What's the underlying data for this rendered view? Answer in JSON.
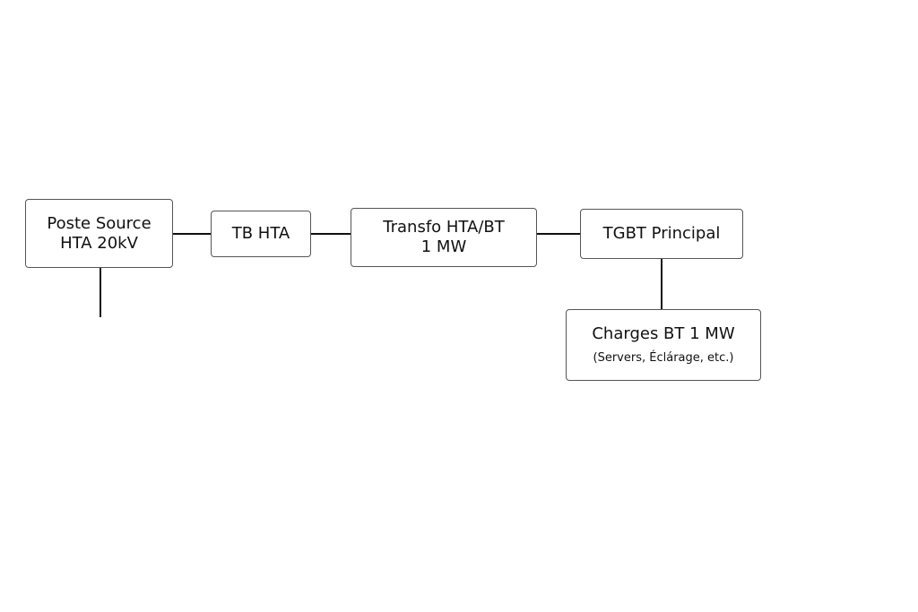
{
  "diagram": {
    "nodes": {
      "poste_source": {
        "line1": "Poste Source",
        "line2": "HTA 20kV"
      },
      "tb_hta": {
        "label": "TB HTA"
      },
      "transfo": {
        "line1": "Transfo HTA/BT",
        "line2": "1 MW"
      },
      "tgbt": {
        "label": "TGBT Principal"
      },
      "charges": {
        "line1": "Charges BT 1 MW",
        "line2": "(Servers, Éclárage, etc.)"
      }
    },
    "colors": {
      "border": "#555555",
      "line": "#111111",
      "text": "#111111",
      "background": "#ffffff"
    }
  }
}
